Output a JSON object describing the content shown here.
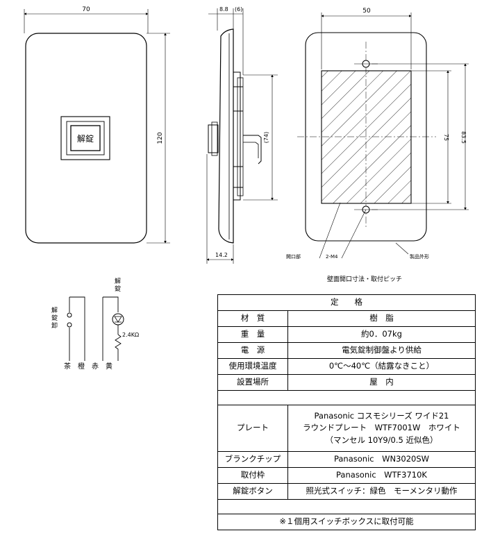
{
  "front_view": {
    "dim_width": "70",
    "dim_height": "120",
    "button_label": "解錠"
  },
  "side_view": {
    "dim_top": "8.8",
    "dim_top_paren": "(6)",
    "dim_height": "(74)",
    "dim_bottom": "14.2"
  },
  "opening_view": {
    "dim_width": "50",
    "dim_inner_height": "75",
    "dim_outer_height": "83.5",
    "label_opening": "開口部",
    "label_screw": "2-M4",
    "label_outline": "製品外形",
    "caption": "壁面開口寸法・取付ピッチ"
  },
  "circuit": {
    "label_unlock_top": "解錠",
    "label_unlock_output": "解錠卸",
    "resistor": "2.4KΩ",
    "wire_labels": [
      "茶",
      "橙",
      "赤",
      "黄"
    ]
  },
  "spec_table": {
    "title": "定　　格",
    "rows": [
      {
        "label": "材　質",
        "value": "樹　脂"
      },
      {
        "label": "重　量",
        "value": "約0．07kg"
      },
      {
        "label": "電　源",
        "value": "電気錠制御盤より供給"
      },
      {
        "label": "使用環境温度",
        "value": "0℃～40℃（結露なきこと）"
      },
      {
        "label": "設置場所",
        "value": "屋　内"
      }
    ],
    "plate_label": "プレート",
    "plate_lines": [
      "Panasonic コスモシリーズ ワイド21",
      "ラウンドプレート　WTF7001W　ホワイト",
      "（マンセル 10Y9/0.5 近似色）"
    ],
    "rows2": [
      {
        "label": "ブランクチップ",
        "value": "Panasonic　WN3020SW"
      },
      {
        "label": "取付枠",
        "value": "Panasonic　WTF3710K"
      },
      {
        "label": "解錠ボタン",
        "value": "照光式スイッチ：緑色　モーメンタリ動作"
      }
    ],
    "note": "※１個用スイッチボックスに取付可能"
  }
}
